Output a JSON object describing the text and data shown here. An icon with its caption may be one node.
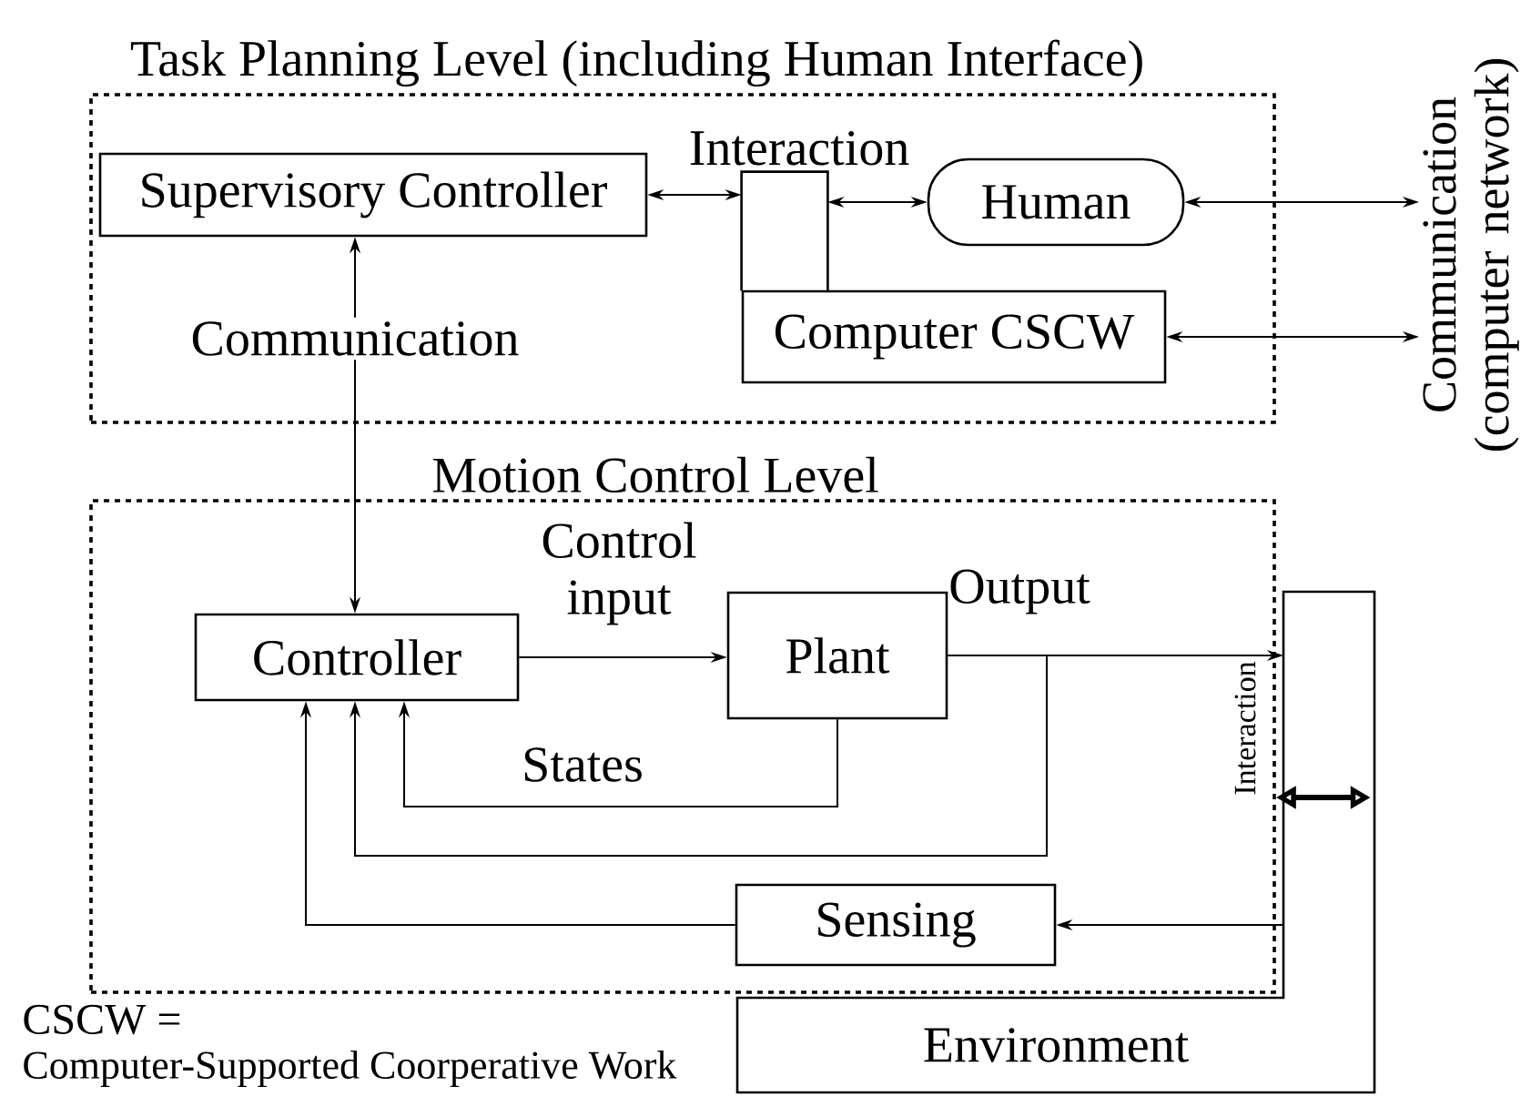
{
  "diagram": {
    "nodes": [
      {
        "text": [
          "Task Planning Level (including Human Interface)"
        ]
      },
      {
        "text": [
          "Supervisory Controller"
        ],
        "in": 0
      },
      {
        "text": [
          "Interaction"
        ],
        "in": 0
      },
      {
        "text": [
          "Human"
        ],
        "in": 0
      },
      {
        "text": [
          "Computer CSCW"
        ],
        "in": 0
      },
      {
        "text": [
          "Communication"
        ],
        "in": 0
      },
      {
        "text": [
          "Communication (computer network)"
        ]
      },
      {
        "text": [
          "Motion Control Level"
        ]
      },
      {
        "text": [
          "Controller"
        ],
        "in": 7
      },
      {
        "text": [
          "Plant"
        ],
        "in": 7
      },
      {
        "text": [
          "Sensing"
        ],
        "in": 7
      },
      {
        "text": [
          "Environment"
        ]
      }
    ],
    "edges": [
      {
        "from": 1,
        "to": 2,
        "arrow": "both"
      },
      {
        "from": 2,
        "to": 3,
        "arrow": "both"
      },
      {
        "from": 3,
        "to": 6,
        "arrow": "both"
      },
      {
        "from": 4,
        "to": 6,
        "arrow": "both"
      },
      {
        "from": 5,
        "to": 1,
        "arrow": "to"
      },
      {
        "from": 5,
        "to": 8,
        "arrow": "to"
      },
      {
        "from": 8,
        "to": 9,
        "arrow": "to",
        "label": "Control input"
      },
      {
        "from": 9,
        "to": 11,
        "arrow": "to",
        "label": "Output"
      },
      {
        "from": 9,
        "to": 8,
        "arrow": "to",
        "label": "States"
      },
      {
        "from": 9,
        "to": 8,
        "arrow": "to"
      },
      {
        "from": 10,
        "to": 8,
        "arrow": "to"
      },
      {
        "from": 11,
        "to": 10,
        "arrow": "to"
      },
      {
        "from": 7,
        "to": 11,
        "arrow": "both",
        "style": "thick",
        "label": "Interaction"
      }
    ],
    "labels": [
      "CSCW =",
      "Computer-Supported Coorperative Work"
    ]
  }
}
